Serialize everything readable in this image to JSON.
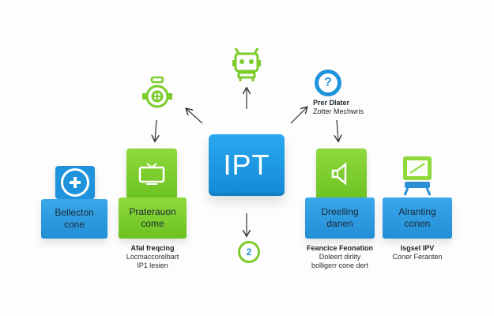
{
  "hub": {
    "label": "IPT"
  },
  "blocks": {
    "b1": {
      "line1": "Bellecton",
      "line2": "cone"
    },
    "b2": {
      "line1": "Praterauon",
      "line2": "come"
    },
    "b3": {
      "line1": "Dreelling",
      "line2": "danen"
    },
    "b4": {
      "line1": "Alranting",
      "line2": "conen"
    }
  },
  "captions": {
    "c2": {
      "line1": "Afal freqcing",
      "line2": "Locmaccorelbart",
      "line3": "IP1 lesien"
    },
    "c3": {
      "line1": "Feancice Feonation",
      "line2": "Doleert dirlity",
      "line3": "bolligerr cone dert"
    },
    "c4": {
      "line1": "Isgsel IPV",
      "line2": "Coner Feranten"
    }
  },
  "topright_label": {
    "line1": "Prer Dlater",
    "line2": "Zotter Mechwris"
  },
  "badges": {
    "top": "?",
    "bottom": "2"
  },
  "colors": {
    "blue": "#1f93dc",
    "green": "#7ccc2b",
    "arrow": "#333333",
    "text": "#1b2b36"
  },
  "icons": [
    "plus-icon",
    "tv-icon",
    "speaker-icon",
    "monitor-icon",
    "robot-icon",
    "gear-icon",
    "question-icon"
  ]
}
